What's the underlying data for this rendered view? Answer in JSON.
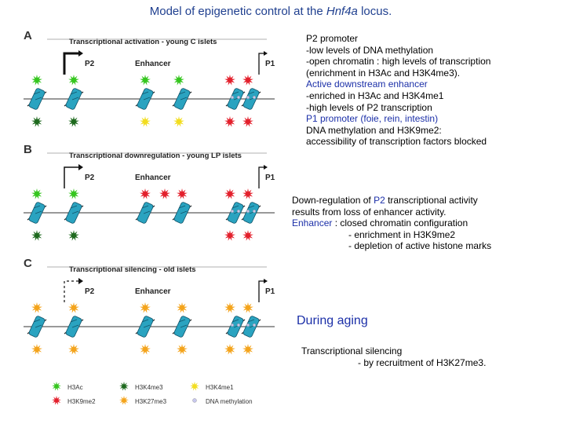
{
  "title": {
    "prefix": "Model of epigenetic control at the ",
    "gene": "Hnf4a",
    "suffix": " locus."
  },
  "colors": {
    "h3ac": "#35c61e",
    "h3k4me3": "#1e6a1e",
    "h3k4me1": "#f2dd1f",
    "h3k9me2": "#e3202c",
    "h3k27me3": "#f4a41c",
    "dna_methylation": "#c8c8ee",
    "nucleosome": "#2aa3c0",
    "text_blue": "#1b2fa8"
  },
  "panels": [
    {
      "letter": "A",
      "heading": "Transcriptional activation - young C islets",
      "p2": "P2",
      "enhancer": "Enhancer",
      "p1": "P1"
    },
    {
      "letter": "B",
      "heading": "Transcriptional downregulation - young LP islets",
      "p2": "P2",
      "enhancer": "Enhancer",
      "p1": "P1"
    },
    {
      "letter": "C",
      "heading": "Transcriptional silencing - old islets",
      "p2": "P2",
      "enhancer": "Enhancer",
      "p1": "P1"
    }
  ],
  "legend": [
    {
      "label": "H3Ac",
      "icon": "green-star"
    },
    {
      "label": "H3K4me3",
      "icon": "dark-green-star"
    },
    {
      "label": "H3K4me1",
      "icon": "yellow-star"
    },
    {
      "label": "H3K9me2",
      "icon": "red-star"
    },
    {
      "label": "H3K27me3",
      "icon": "orange-star"
    },
    {
      "label": "DNA methylation",
      "icon": "dot"
    }
  ],
  "notes_a": [
    {
      "text": "P2 promoter",
      "blue": false
    },
    {
      "text": "-low levels of DNA methylation",
      "blue": false
    },
    {
      "text": "-open chromatin : high levels of transcription",
      "blue": false
    },
    {
      "text": "(enrichment in H3Ac and H3K4me3).",
      "blue": false
    },
    {
      "text": "Active downstream enhancer",
      "blue": true
    },
    {
      "text": "-enriched in H3Ac and H3K4me1",
      "blue": false
    },
    {
      "text": "-high levels of P2 transcription",
      "blue": false
    },
    {
      "text": "P1 promoter (foie, rein, intestin)",
      "blue": true
    },
    {
      "text": "DNA methylation and H3K9me2:",
      "blue": false
    },
    {
      "text": "accessibility of transcription factors blocked",
      "blue": false
    }
  ],
  "notes_b": {
    "line1_prefix": "Down-regulation of ",
    "line1_highlight": "P2",
    "line1_suffix": " transcriptional activity",
    "line2": "results from loss of enhancer activity.",
    "line3_highlight": "Enhancer",
    "line3_suffix": " : closed chromatin configuration",
    "line4": "- enrichment in H3K9me2",
    "line5": "- depletion of active histone marks"
  },
  "aging": "During aging",
  "silencing": {
    "line1": "Transcriptional silencing",
    "line2": "- by recruitment of H3K27me3."
  }
}
